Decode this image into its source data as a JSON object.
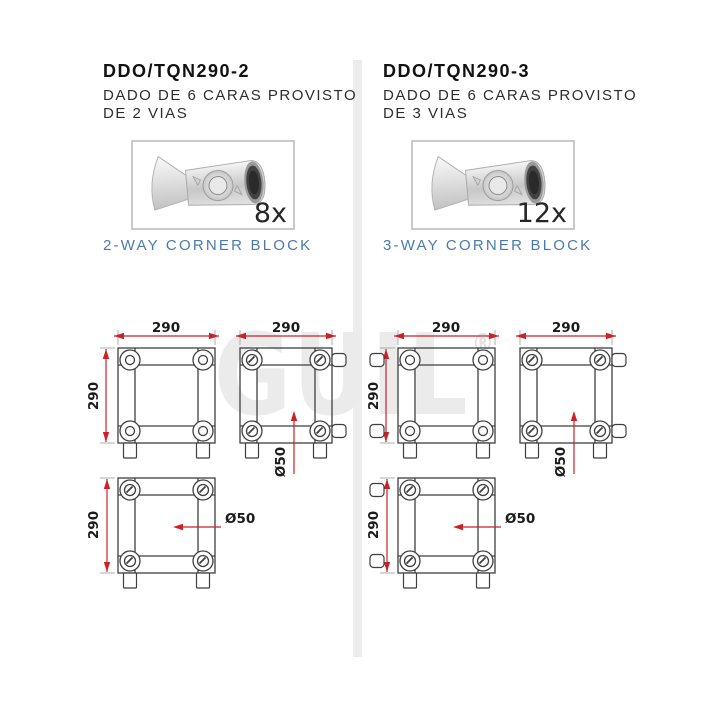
{
  "watermark": {
    "text": "GUIL",
    "registered": "®"
  },
  "columns": [
    {
      "code": "DDO/TQN290-2",
      "desc1": "DADO DE 6 CARAS PROVISTO",
      "desc2": "DE 2 VIAS",
      "qty": "8x",
      "type": "2-WAY CORNER BLOCK",
      "dims": {
        "w": "290",
        "h": "290",
        "w2": "290",
        "d": "290",
        "dia_v": "Ø50",
        "dia_h": "Ø50"
      }
    },
    {
      "code": "DDO/TQN290-3",
      "desc1": "DADO DE 6 CARAS PROVISTO",
      "desc2": "DE 3 VIAS",
      "qty": "12x",
      "type": "3-WAY CORNER BLOCK",
      "dims": {
        "w": "290",
        "h": "290",
        "w2": "290",
        "d": "290",
        "dia_v": "Ø50",
        "dia_h": "Ø50"
      }
    }
  ],
  "colors": {
    "accent_blue": "#4a7aad",
    "dimension_red": "#cc2128",
    "drawing_line": "#3f3f3f",
    "watermark_gray": "#ebebeb"
  }
}
